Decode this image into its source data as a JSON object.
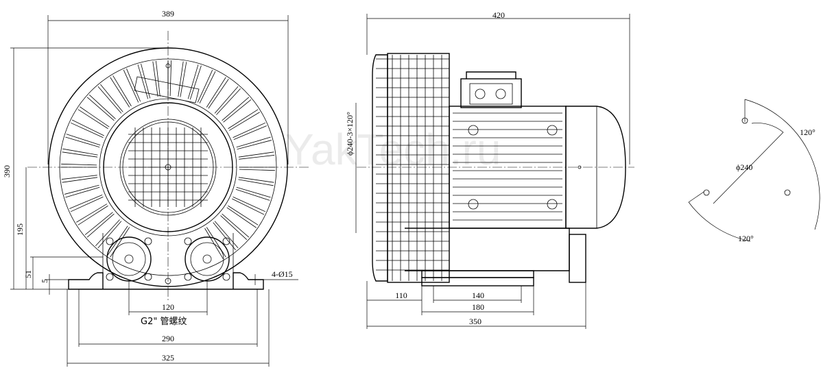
{
  "watermark": "YakTech.ru",
  "front_view": {
    "dim_width_top": "389",
    "dim_height_total": "390",
    "dim_center_height": "195",
    "dim_base_height": "51",
    "dim_foot_thickness": "5",
    "dim_holes": "4-Ø15",
    "dim_port_spacing": "120",
    "thread_label": "G2\" 管螺纹",
    "dim_hole_spacing": "290",
    "dim_base_width": "325"
  },
  "side_view": {
    "dim_length_total": "420",
    "dim_flange_bolt": "ϕ240-3×120°",
    "dim_front_offset": "110",
    "dim_foot_inner": "140",
    "dim_foot_outer": "180",
    "dim_base_length": "350"
  },
  "flange_view": {
    "dim_angle_top": "120°",
    "dim_angle_bottom": "120°",
    "dim_diameter": "ϕ240"
  }
}
